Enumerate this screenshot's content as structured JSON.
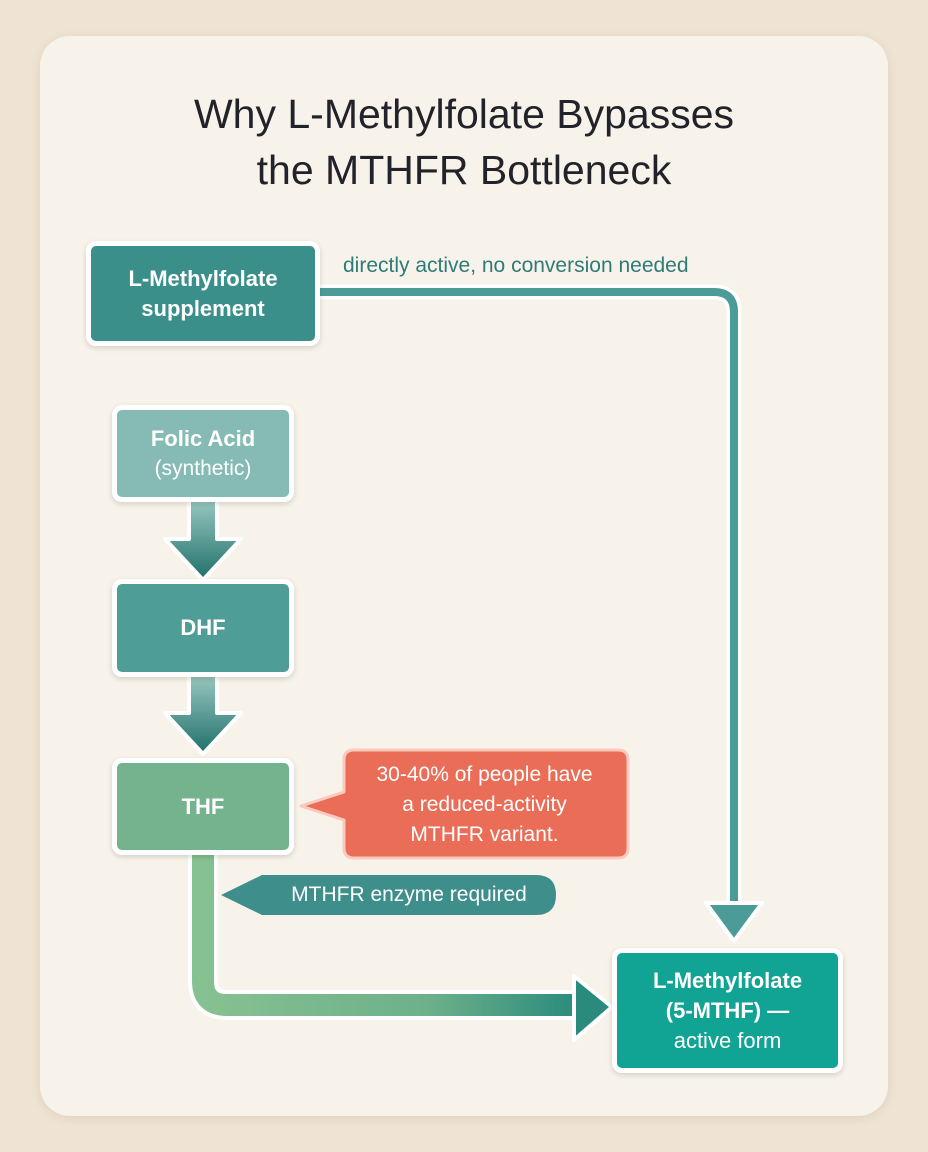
{
  "title": {
    "line1": "Why L-Methylfolate Bypasses",
    "line2": "the MTHFR Bottleneck"
  },
  "nodes": {
    "supplement": {
      "line1": "L-Methylfolate",
      "line2": "supplement"
    },
    "folic_acid": {
      "line1": "Folic Acid",
      "line2": "(synthetic)"
    },
    "dhf": {
      "label": "DHF"
    },
    "thf": {
      "label": "THF"
    },
    "active": {
      "line1": "L-Methylfolate",
      "line2": "(5-MTHF) —",
      "line3": "active form"
    }
  },
  "edges": {
    "direct_label": "directly active, no conversion needed",
    "enzyme_label": "MTHFR enzyme required"
  },
  "callout": {
    "line1": "30-40% of people have",
    "line2": "a reduced-activity",
    "line3": "MTHFR variant."
  },
  "colors": {
    "background": "#efe4d3",
    "card": "#f7f3ea",
    "teal_dark": "#3b8f8b",
    "teal_light": "#86bbb5",
    "teal_mid": "#4e9e97",
    "green": "#74b38e",
    "active_teal": "#11a393",
    "callout_red": "#e96d57",
    "enzyme_teal": "#3e8e8c"
  }
}
